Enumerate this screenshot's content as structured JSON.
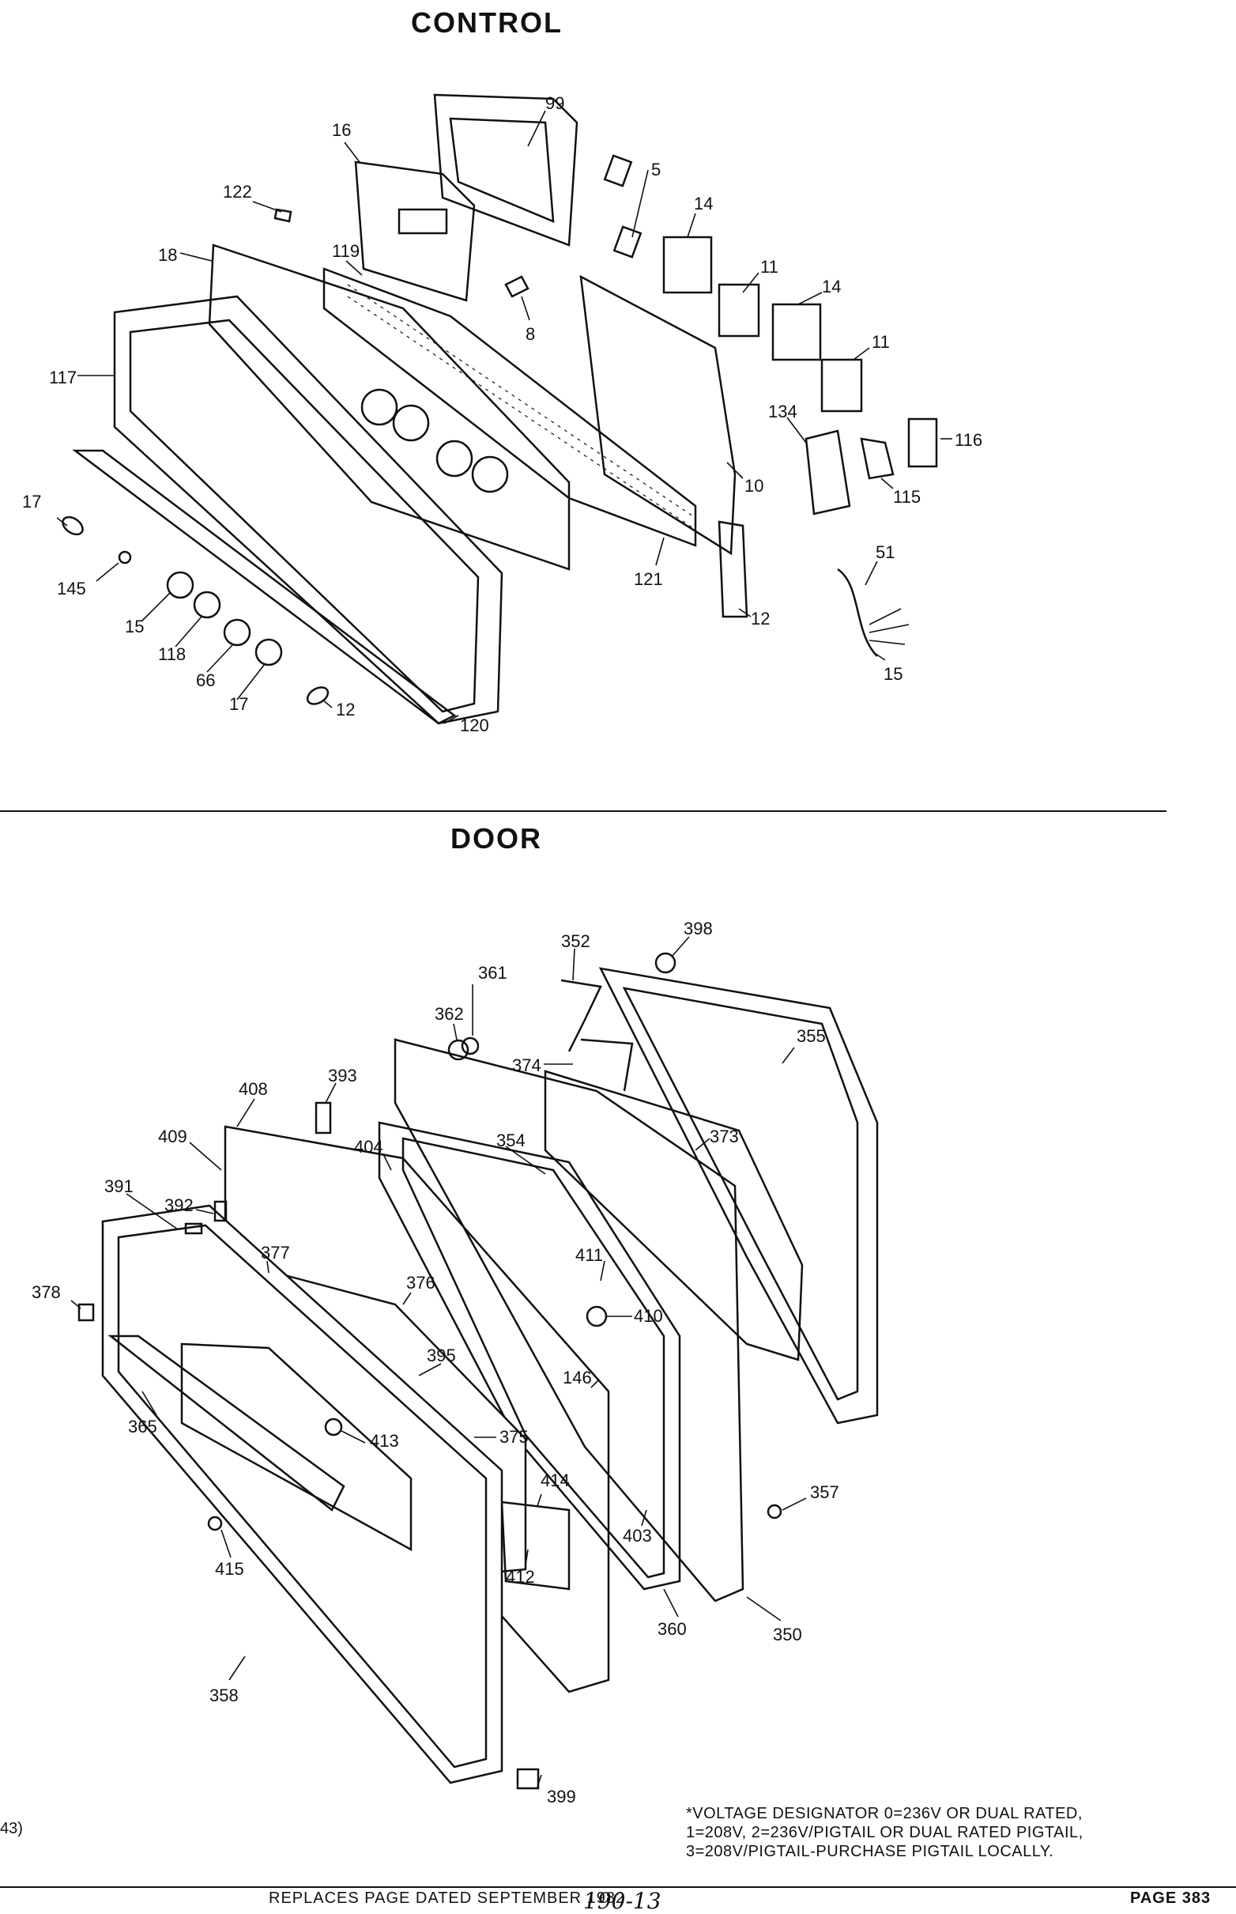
{
  "sections": {
    "control_title": "CONTROL",
    "door_title": "DOOR"
  },
  "control_callouts": [
    "99",
    "16",
    "5",
    "122",
    "14",
    "18",
    "119",
    "11",
    "14",
    "8",
    "11",
    "117",
    "134",
    "116",
    "10",
    "115",
    "17",
    "51",
    "145",
    "121",
    "15",
    "12",
    "118",
    "15",
    "66",
    "12",
    "17",
    "120"
  ],
  "door_callouts": [
    "398",
    "352",
    "361",
    "362",
    "355",
    "374",
    "393",
    "408",
    "373",
    "409",
    "404",
    "354",
    "391",
    "392",
    "378",
    "377",
    "376",
    "411",
    "410",
    "395",
    "146",
    "365",
    "413",
    "375",
    "414",
    "357",
    "403",
    "412",
    "415",
    "350",
    "360",
    "358",
    "399"
  ],
  "note": {
    "line1": "*VOLTAGE DESIGNATOR 0=236V OR DUAL RATED,",
    "line2": "1=208V, 2=236V/PIGTAIL OR DUAL RATED PIGTAIL,",
    "line3": "3=208V/PIGTAIL-PURCHASE PIGTAIL LOCALLY."
  },
  "left_fragment": "43)",
  "footer": {
    "replaces": "REPLACES PAGE DATED SEPTEMBER 1982",
    "handwritten": "190-13",
    "page": "PAGE 383"
  }
}
